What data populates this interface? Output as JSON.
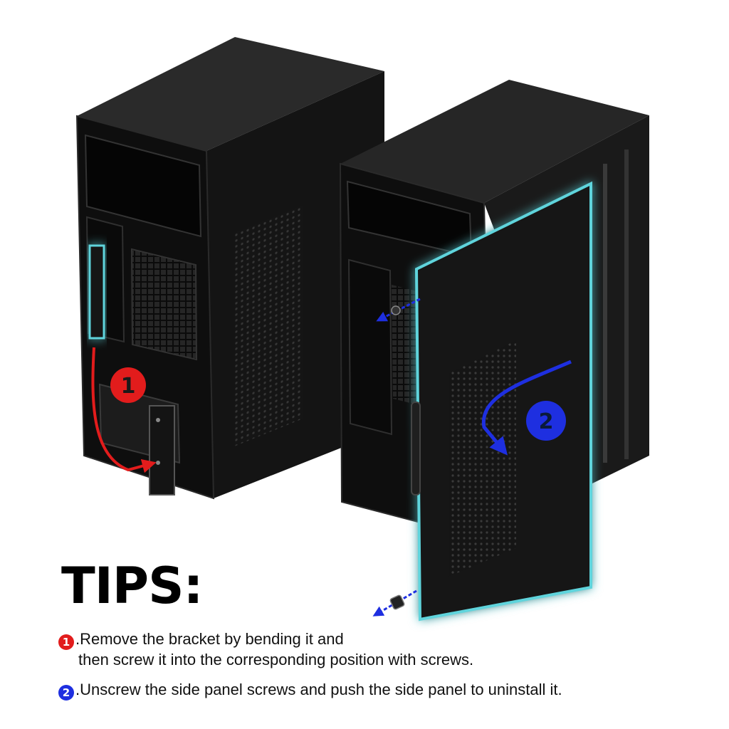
{
  "tips": {
    "title": "TIPS:",
    "items": [
      {
        "number": "1",
        "lines": [
          ".Remove the bracket by bending it and",
          "then screw it into the corresponding position with screws."
        ],
        "color": "#e21c1c"
      },
      {
        "number": "2",
        "lines": [
          ".Unscrew the side panel screws and push the side panel to uninstall it."
        ],
        "color": "#1e2fe0"
      }
    ]
  },
  "callouts": [
    {
      "number": "1",
      "color": "#e21c1c"
    },
    {
      "number": "2",
      "color": "#1e2fe0"
    }
  ],
  "colors": {
    "case_body": "#111111",
    "case_edge": "#2b2b2b",
    "glow": "#5fd4dc",
    "red_arrow": "#e21c1c",
    "blue_arrow": "#1e2fe0"
  }
}
